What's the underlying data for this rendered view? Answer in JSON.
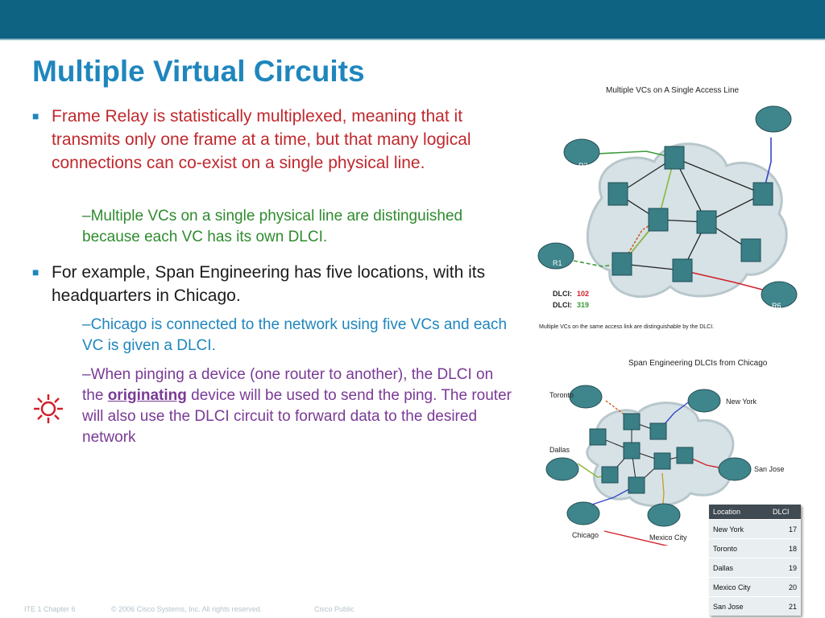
{
  "slide": {
    "title": "Multiple Virtual Circuits",
    "bullets": [
      {
        "text": "Frame Relay is statistically multiplexed, meaning that it transmits only one frame at a time, but that many logical connections can co-exist on a single physical line."
      },
      {
        "text": "For example, Span Engineering has five locations, with its headquarters in Chicago."
      }
    ],
    "subs": {
      "sub1": "–Multiple VCs on a single physical line are distinguished because each VC has its own DLCI.",
      "sub2": "–Chicago is connected to the network using five VCs and each VC is given a DLCI.",
      "sub3_before": "–When pinging a device (one router to another), the DLCI on the ",
      "sub3_emph": "originating",
      "sub3_after": " device will be used to send the ping.  The router will also use the DLCI circuit to forward data to the desired network"
    },
    "colors": {
      "title": "#1f86bd",
      "bar": "#0e6282",
      "red": "#c0282d",
      "green": "#2e8b2e",
      "purple": "#7a3a96"
    }
  },
  "diagram1": {
    "caption": "Multiple VCs on A Single Access Line",
    "footnote": "Multiple VCs on the same access link are distinguishable by the DLCI.",
    "routers": {
      "r2": "R2",
      "r1": "R1",
      "r6": "R6"
    },
    "dlci_label1": "DLCI:",
    "dlci_value1": "102",
    "dlci_label2": "DLCI:",
    "dlci_value2": "319"
  },
  "diagram2": {
    "caption": "Span Engineering DLCIs from Chicago",
    "sites": {
      "toronto": "Toronto",
      "newyork": "New York",
      "dallas": "Dallas",
      "sanjose": "San Jose",
      "chicago": "Chicago",
      "mexico": "Mexico City"
    }
  },
  "dlci_table": {
    "headers": [
      "Location",
      "DLCI"
    ],
    "rows": [
      {
        "location": "New York",
        "dlci": "17"
      },
      {
        "location": "Toronto",
        "dlci": "18"
      },
      {
        "location": "Dallas",
        "dlci": "19"
      },
      {
        "location": "Mexico City",
        "dlci": "20"
      },
      {
        "location": "San Jose",
        "dlci": "21"
      }
    ]
  },
  "footer": {
    "course": "ITE 1 Chapter 6",
    "copyright": "© 2006 Cisco Systems, Inc. All rights reserved.",
    "classification": "Cisco Public"
  }
}
